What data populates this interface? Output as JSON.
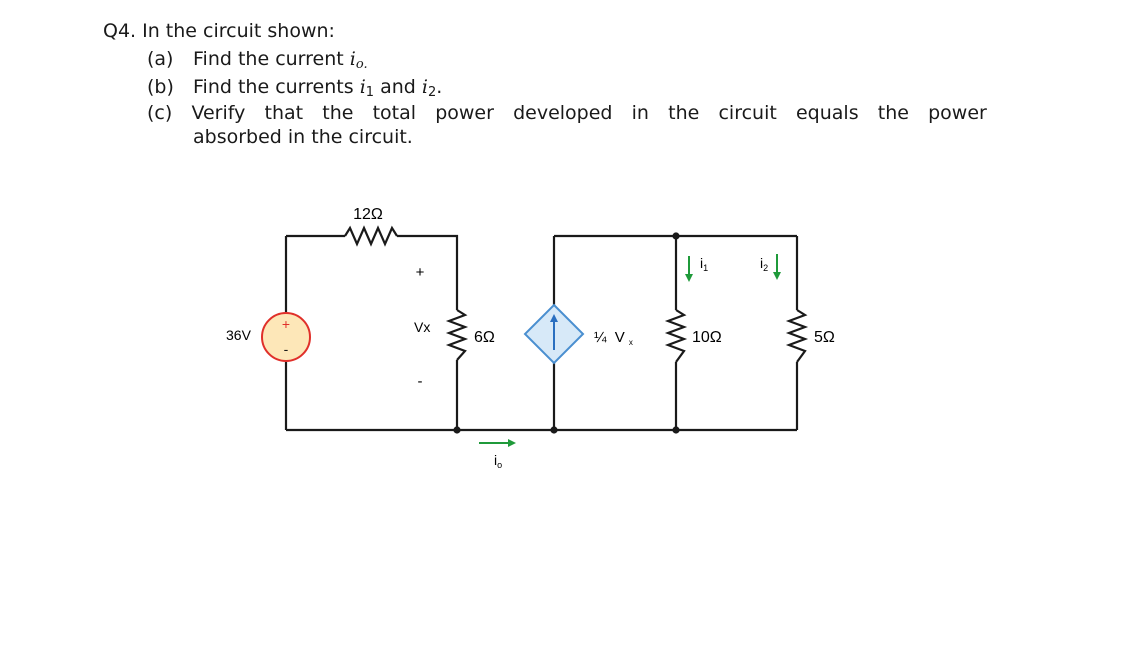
{
  "question": {
    "title": "Q4. In the circuit shown:",
    "parts": [
      {
        "label": "(a)",
        "text": "Find the current",
        "var": "i",
        "sub": "o."
      },
      {
        "label": "(b)",
        "text": "Find the currents",
        "var1": "i",
        "sub1": "1",
        "and": "and",
        "var2": "i",
        "sub2": "2",
        "end": "."
      },
      {
        "label": "(c)",
        "words": [
          "Verify",
          "that",
          "the",
          "total",
          "power",
          "developed",
          "in",
          "the",
          "circuit",
          "equals",
          "the",
          "power"
        ],
        "cont": "absorbed in the circuit."
      }
    ]
  },
  "circuit": {
    "source_label": "36V",
    "source_plus": "+",
    "source_minus": "-",
    "r1_label": "12Ω",
    "vx_plus": "+",
    "vx_label": "Vx",
    "vx_minus": "-",
    "r2_label": "6Ω",
    "dep_label_frac": "¼",
    "dep_label_v": "V",
    "dep_label_sub": "x",
    "r3_label": "10Ω",
    "r4_label": "5Ω",
    "i1_label": "i",
    "i1_sub": "1",
    "i2_label": "i",
    "i2_sub": "2",
    "io_label": "i",
    "io_sub": "o",
    "colors": {
      "wire": "#1a1a1a",
      "arrow": "#1f9a3a",
      "source_fill": "#fde7b8",
      "source_stroke": "#e0302a",
      "dep_fill": "#d7e9f8",
      "dep_stroke": "#4a8fd0",
      "dep_arrow": "#2a6fc0"
    }
  }
}
